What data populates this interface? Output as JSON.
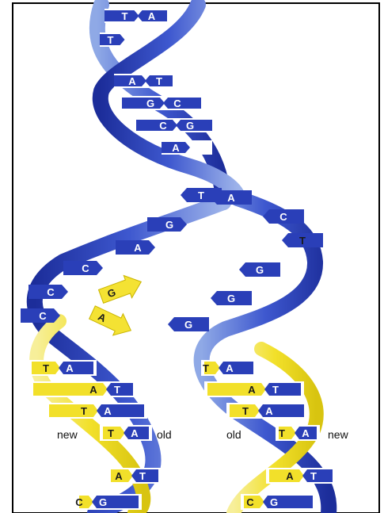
{
  "colors": {
    "old_strand": "#2a3fb8",
    "old_strand_light": "#8fa9e6",
    "new_strand": "#f2e02a",
    "new_strand_light": "#f7ef9a",
    "rung_white": "#ffffff",
    "free_nucleotide": "#f4e233"
  },
  "base_pairs": [
    {
      "left": "T",
      "right": "A"
    },
    {
      "left": "T",
      "right": ""
    },
    {
      "left": "A",
      "right": "T"
    },
    {
      "left": "G",
      "right": "C"
    },
    {
      "left": "C",
      "right": "G"
    },
    {
      "left": "A",
      "right": ""
    }
  ],
  "unzipped_left": [
    "G",
    "A",
    "C",
    "C",
    "C"
  ],
  "unzipped_right": [
    "T",
    "A",
    "C",
    "T",
    "G",
    "G",
    "G"
  ],
  "free_nucleotides": [
    "G",
    "A"
  ],
  "left_new_pairs": [
    {
      "left": "T",
      "right": "A"
    },
    {
      "left": "A",
      "right": "T"
    },
    {
      "left": "T",
      "right": "A"
    },
    {
      "left": "T",
      "right": "A"
    },
    {
      "left": "A",
      "right": "T"
    },
    {
      "left": "C",
      "right": "G"
    }
  ],
  "right_new_pairs": [
    {
      "left": "T",
      "right": "A"
    },
    {
      "left": "A",
      "right": "T"
    },
    {
      "left": "T",
      "right": "A"
    },
    {
      "left": "T",
      "right": "A"
    },
    {
      "left": "A",
      "right": "T"
    },
    {
      "left": "C",
      "right": "G"
    }
  ],
  "labels": {
    "left_new": "new",
    "left_old": "old",
    "right_old": "old",
    "right_new": "new"
  }
}
